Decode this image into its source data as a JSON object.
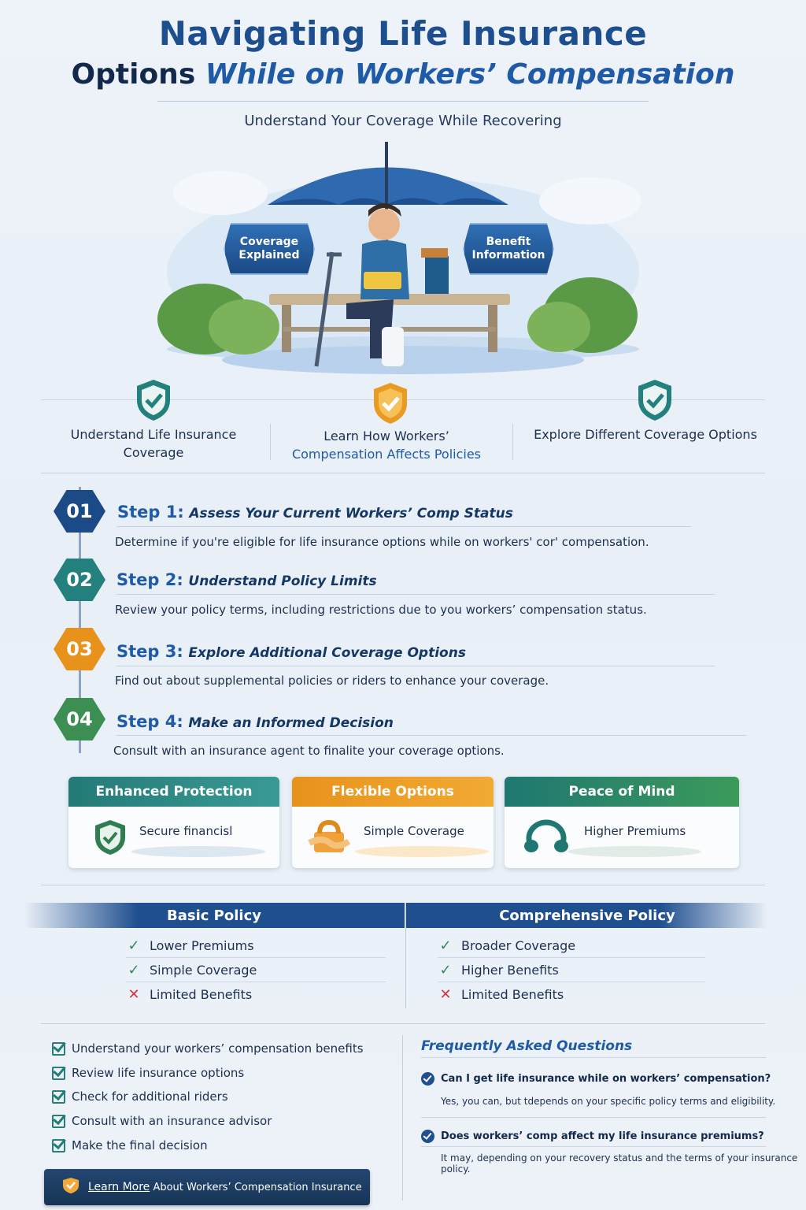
{
  "header": {
    "title_line1": "Navigating Life Insurance",
    "title_line2_a": "Options",
    "title_line2_b": "While on Workers’ Compensation",
    "subtitle": "Understand Your Coverage While Recovering"
  },
  "hero": {
    "badge_left": "Coverage Explained",
    "badge_right": "Benefit Information"
  },
  "features": [
    {
      "text": "Understand Life Insurance Coverage",
      "icon": "shield-check-icon",
      "color": "#23807c"
    },
    {
      "text_a": "Learn How Workers’",
      "text_b": "Compensation Affects Policies",
      "icon": "shield-check-icon",
      "color": "#e99a23"
    },
    {
      "text": "Explore Different Coverage Options",
      "icon": "shield-check-icon",
      "color": "#23807c"
    }
  ],
  "steps": [
    {
      "num": "01",
      "lead": "Step 1:",
      "title": "Assess Your Current Workers’ Comp Status",
      "desc": "Determine if you're eligible for life insurance options while on workers' cor' compensation.",
      "color": "#1c4a86"
    },
    {
      "num": "02",
      "lead": "Step 2:",
      "title": "Understand Policy Limits",
      "desc": "Review your policy terms, including restrictions due to you workers’ compensation status.",
      "color": "#23807c"
    },
    {
      "num": "03",
      "lead": "Step 3:",
      "title": "Explore Additional Coverage Options",
      "desc": "Find out about supplemental policies or riders to enhance your coverage.",
      "color": "#e8921c"
    },
    {
      "num": "04",
      "lead": "Step 4:",
      "title": "Make an Informed Decision",
      "desc": "Consult with an insurance agent to finalite your coverage options.",
      "color": "#3c8e52"
    }
  ],
  "cards": [
    {
      "title": "Enhanced Protection",
      "text": "Secure financisl",
      "icon": "shield-check-icon",
      "color": "#2b8480"
    },
    {
      "title": "Flexible Options",
      "text": "Simple Coverage",
      "icon": "handshake-icon",
      "color": "#e8961f"
    },
    {
      "title": "Peace of Mind",
      "text": "Higher Premiums",
      "icon": "circular-arrows-icon",
      "color": "#2c8a63"
    }
  ],
  "comparison": {
    "basic": {
      "title": "Basic Policy",
      "rows": [
        {
          "label": "Lower Premiums",
          "mark": "check"
        },
        {
          "label": "Simple Coverage",
          "mark": "check"
        },
        {
          "label": "Limited Benefits",
          "mark": "cross"
        }
      ]
    },
    "comprehensive": {
      "title": "Comprehensive Policy",
      "rows": [
        {
          "label": "Broader Coverage",
          "mark": "check"
        },
        {
          "label": "Higher Benefits",
          "mark": "check"
        },
        {
          "label": "Limited Benefits",
          "mark": "cross"
        }
      ]
    }
  },
  "checklist": [
    "Understand your workers’ compensation benefits",
    "Review life insurance options",
    "Check for additional riders",
    "Consult with an insurance advisor",
    "Make the final decision"
  ],
  "cta": {
    "link": "Learn More",
    "text": "About Workers’ Compensation Insurance"
  },
  "faq": {
    "title": "Frequently Asked Questions",
    "items": [
      {
        "q": "Can I get life insurance while on workers’ compensation?",
        "a": "Yes, you can, but tdepends on your specific policy terms and eligibility."
      },
      {
        "q": "Does workers’ comp affect my life insurance premiums?",
        "a": "It may, depending on your recovery status and the terms of your insurance policy."
      }
    ]
  }
}
